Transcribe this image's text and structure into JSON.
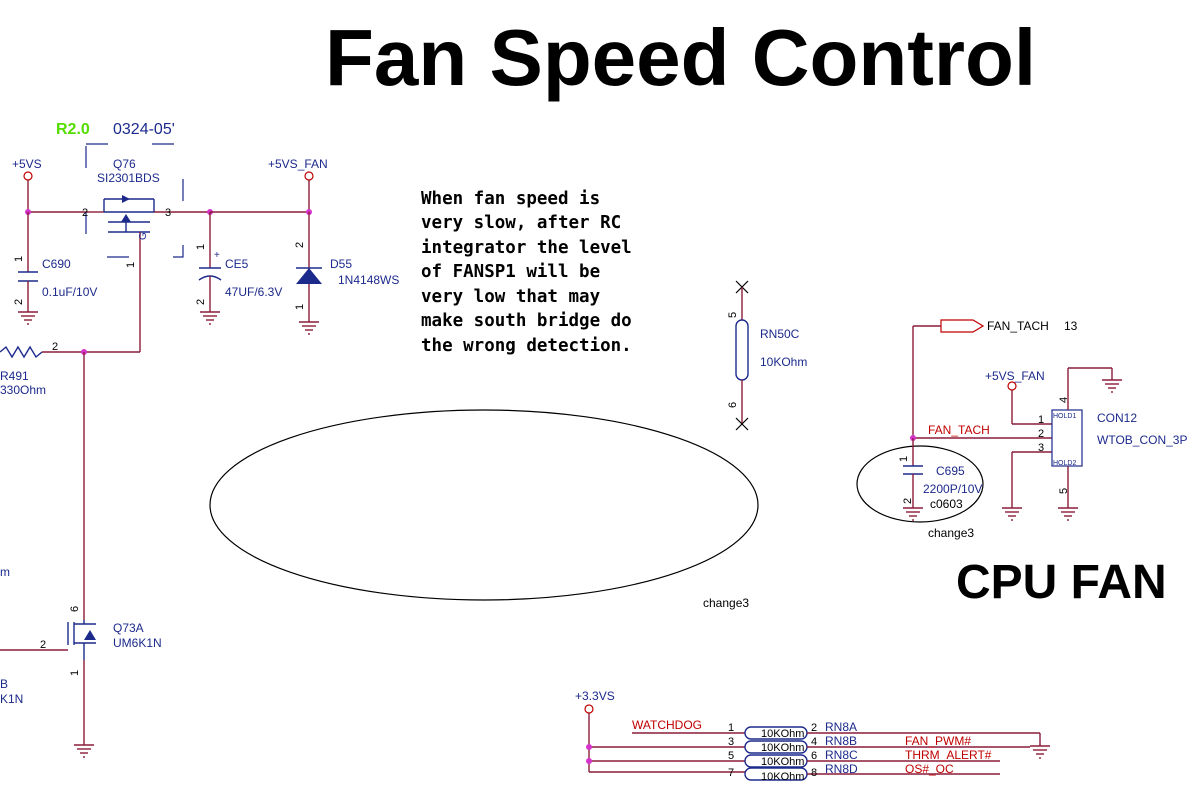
{
  "title": "Fan Speed Control",
  "cpu_fan_label": "CPU FAN",
  "revision": {
    "rev": "R2.0",
    "date": "0324-05'"
  },
  "note_lines": [
    "When fan speed is",
    "very slow, after RC",
    "integrator the level",
    "of FANSP1 will be",
    "very low that may",
    "make south bridge do",
    "the wrong detection."
  ],
  "rails": {
    "p5vs": "+5VS",
    "p5vs_fan": "+5VS_FAN",
    "p5vs_fan_con": "+5VS_FAN",
    "p33vs": "+3.3VS"
  },
  "q76": {
    "ref": "Q76",
    "part": "SI2301BDS",
    "pin_s": "2",
    "pin_d": "3",
    "pin_g": "1",
    "gd": "G"
  },
  "c690": {
    "ref": "C690",
    "value": "0.1uF/10V",
    "pin1": "1",
    "pin2": "2"
  },
  "ce5": {
    "ref": "CE5",
    "value": "47UF/6.3V",
    "pin1": "1",
    "pin2": "2",
    "plus": "+"
  },
  "d55": {
    "ref": "D55",
    "part": "1N4148WS",
    "pin1": "1",
    "pin2": "2"
  },
  "r491": {
    "ref": "R491",
    "value": "330Ohm",
    "pin2": "2"
  },
  "rn50c": {
    "ref": "RN50C",
    "value": "10KOhm",
    "pin5": "5",
    "pin6": "6"
  },
  "fan_tach_port": {
    "name": "FAN_TACH",
    "page": "13"
  },
  "fan_tach_net": "FAN_TACH",
  "con12": {
    "ref": "CON12",
    "part": "WTOB_CON_3P",
    "pins": [
      "1",
      "2",
      "3",
      "4",
      "5"
    ],
    "hold1": "HOLD1",
    "hold2": "HOLD2"
  },
  "c695": {
    "ref": "C695",
    "value": "2200P/10V",
    "pkg": "c0603",
    "pin1": "1",
    "pin2": "2"
  },
  "change_labels": [
    "change3",
    "change3"
  ],
  "q73a": {
    "ref": "Q73A",
    "part": "UM6K1N",
    "pin6": "6",
    "pin2": "2",
    "pin1": "1"
  },
  "left_cut": {
    "m": "m",
    "b": "B",
    "k1n": "K1N"
  },
  "rn8": [
    {
      "net": "WATCHDOG",
      "value": "10KOhm",
      "left_pin": "1",
      "right_pin": "2",
      "ref": "RN8A",
      "out_net": ""
    },
    {
      "net": "",
      "value": "10KOhm",
      "left_pin": "3",
      "right_pin": "4",
      "ref": "RN8B",
      "out_net": "FAN_PWM#"
    },
    {
      "net": "",
      "value": "10KOhm",
      "left_pin": "5",
      "right_pin": "6",
      "ref": "RN8C",
      "out_net": "THRM_ALERT#"
    },
    {
      "net": "",
      "value": "10KOhm",
      "left_pin": "7",
      "right_pin": "8",
      "ref": "RN8D",
      "out_net": "OS#_OC"
    }
  ]
}
